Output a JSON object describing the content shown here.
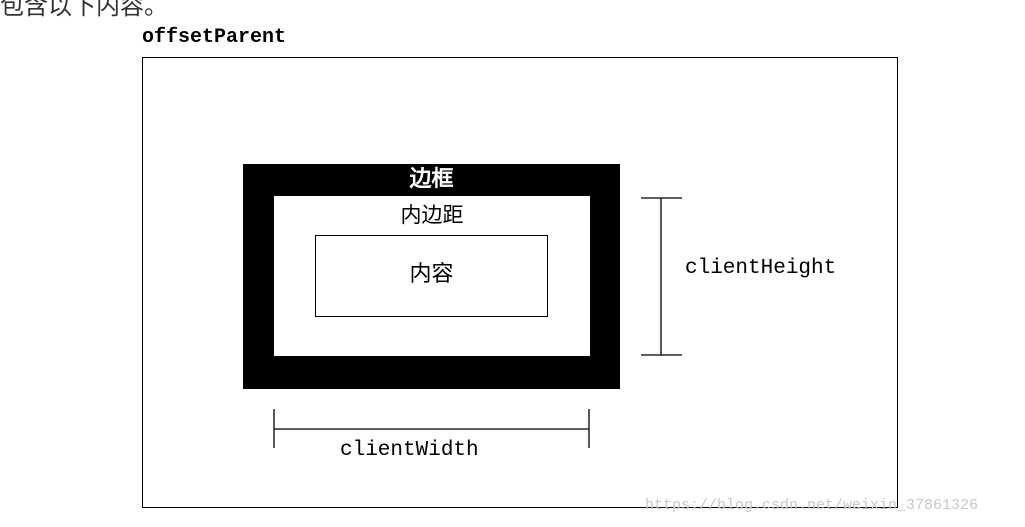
{
  "header_fragment": "包含以下内容。",
  "diagram": {
    "title": "offsetParent",
    "border_label": "边框",
    "padding_label": "内边距",
    "content_label": "内容",
    "client_width_label": "clientWidth",
    "client_height_label": "clientHeight"
  },
  "watermark": "https://blog.csdn.net/weixin_37861326",
  "colors": {
    "border": "#000000",
    "background": "#ffffff",
    "watermark": "#c8c8c8"
  }
}
